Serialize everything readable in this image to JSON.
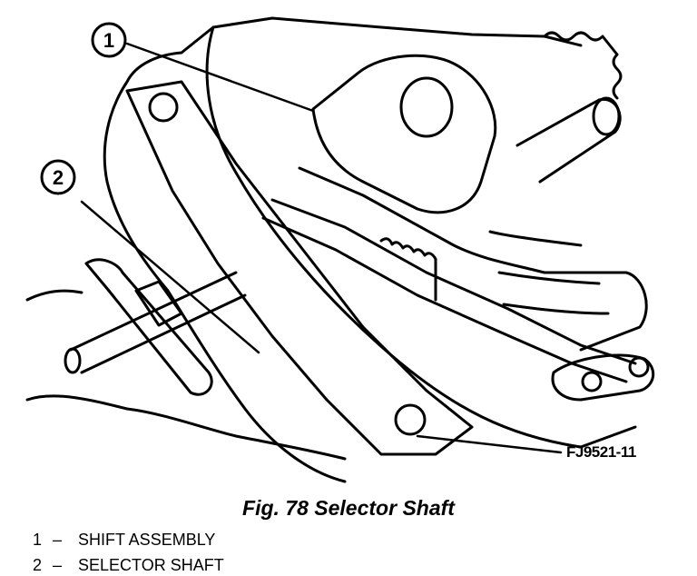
{
  "figure": {
    "callouts": [
      "1",
      "2"
    ],
    "code": "FJ9521-11"
  },
  "caption": "Fig. 78 Selector Shaft",
  "legend": [
    {
      "number": "1",
      "separator": "–",
      "label": "SHIFT ASSEMBLY"
    },
    {
      "number": "2",
      "separator": "–",
      "label": "SELECTOR SHAFT"
    }
  ]
}
